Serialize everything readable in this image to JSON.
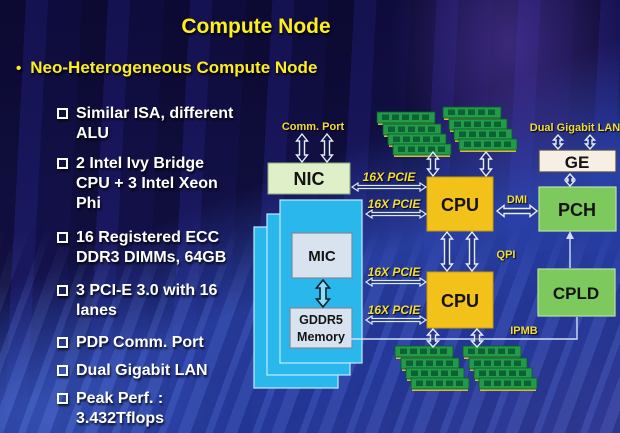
{
  "slide": {
    "title": "Compute Node",
    "bullet_char": "•",
    "subtitle": "Neo-Heterogeneous Compute Node",
    "bullets": [
      {
        "text": "Similar ISA, different\nALU"
      },
      {
        "text": "2 Intel Ivy Bridge\nCPU + 3 Intel Xeon\nPhi"
      },
      {
        "text": "16 Registered ECC\nDDR3 DIMMs, 64GB"
      },
      {
        "text": "3 PCI-E 3.0 with 16\nlanes"
      },
      {
        "text": "PDP Comm. Port"
      },
      {
        "text": "Dual Gigabit LAN"
      },
      {
        "text": "Peak Perf. :\n3.432Tflops"
      }
    ]
  },
  "diagram": {
    "boxes": {
      "nic": "NIC",
      "mic": "MIC",
      "gddr5_line1": "GDDR5",
      "gddr5_line2": "Memory",
      "cpu": "CPU",
      "ge": "GE",
      "pch": "PCH",
      "cpld": "CPLD"
    },
    "labels": {
      "comm_port": "Comm. Port",
      "dual_gigabit_lan": "Dual Gigabit LAN",
      "pcie": "16X PCIE",
      "dmi": "DMI",
      "qpi": "QPI",
      "ipmb": "IPMB"
    },
    "colors": {
      "cpu_gold": "#f2c21a",
      "module_green": "#7dc95e",
      "nic_green": "#dff0c8",
      "ge_cream": "#f7efe3",
      "mic_cyan": "#29b7ec",
      "panel_light": "#d9e3ef",
      "label_yellow": "#f2dc3a",
      "title_yellow": "#fdee21",
      "dimm_green": "#23994a",
      "arrow_light": "#dce8fb"
    }
  }
}
